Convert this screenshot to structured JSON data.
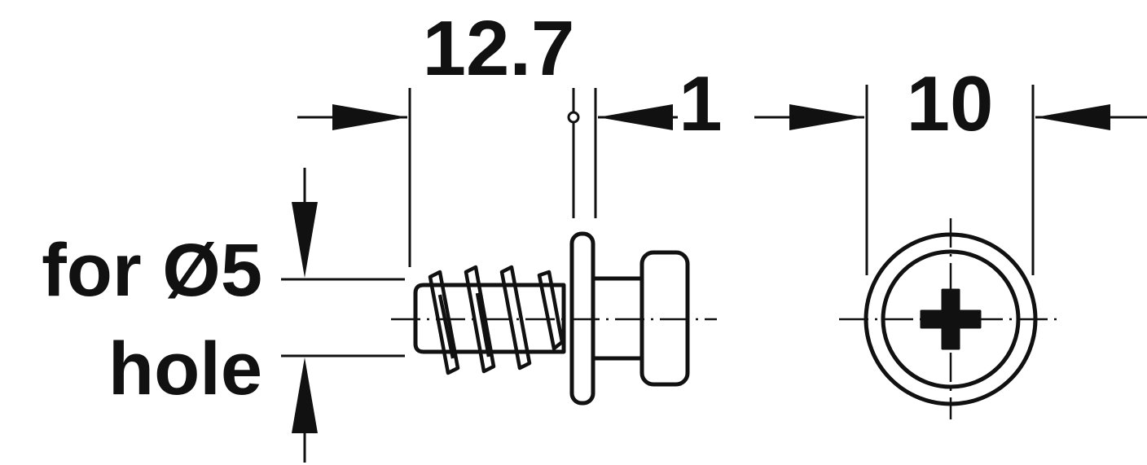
{
  "dimensions": {
    "length": "12.7",
    "flange": "1",
    "diameter": "10"
  },
  "hole_label": {
    "line1": "for Ø5",
    "line2": "hole"
  },
  "colors": {
    "line": "#111111",
    "background": "#ffffff"
  }
}
